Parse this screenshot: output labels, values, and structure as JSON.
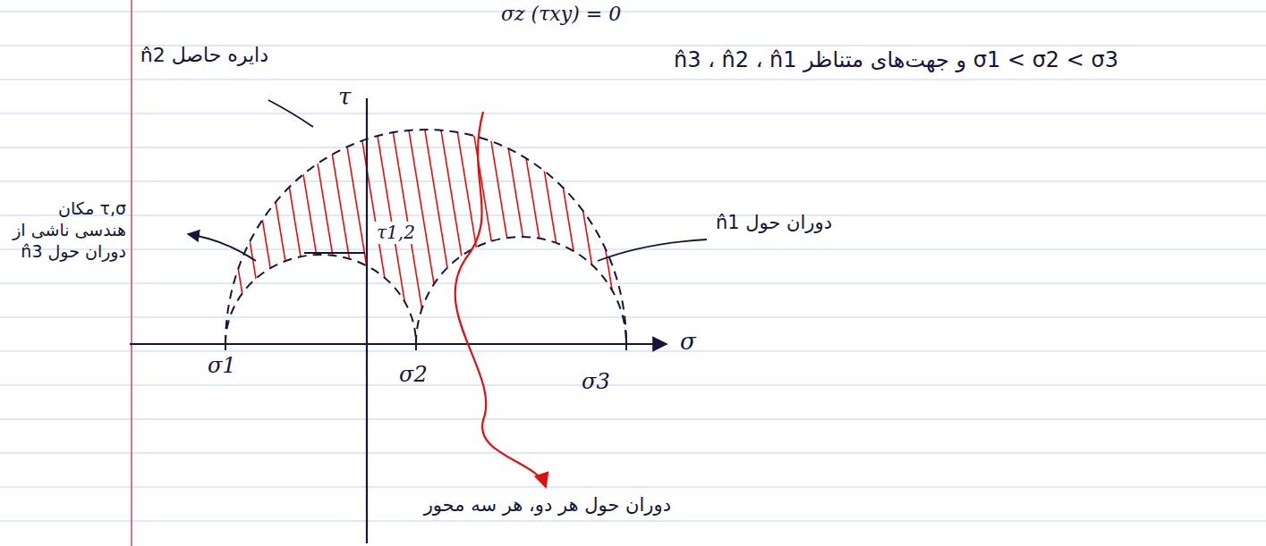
{
  "diagram": {
    "labels": [
      "σz (τxy) = 0",
      "σ1 < σ2 < σ3 و جهت‌های متناظر n̂3 ، n̂2 ، n̂1",
      "دایره حاصل n̂2",
      "τ,σ مکان هندسی ناشی از دوران حول n̂3",
      "دوران حول n̂1",
      "τ",
      "τ1,2",
      "σ1",
      "σ2",
      "σ3",
      "σ",
      "دوران حول هر دو، هر سه محور"
    ]
  }
}
